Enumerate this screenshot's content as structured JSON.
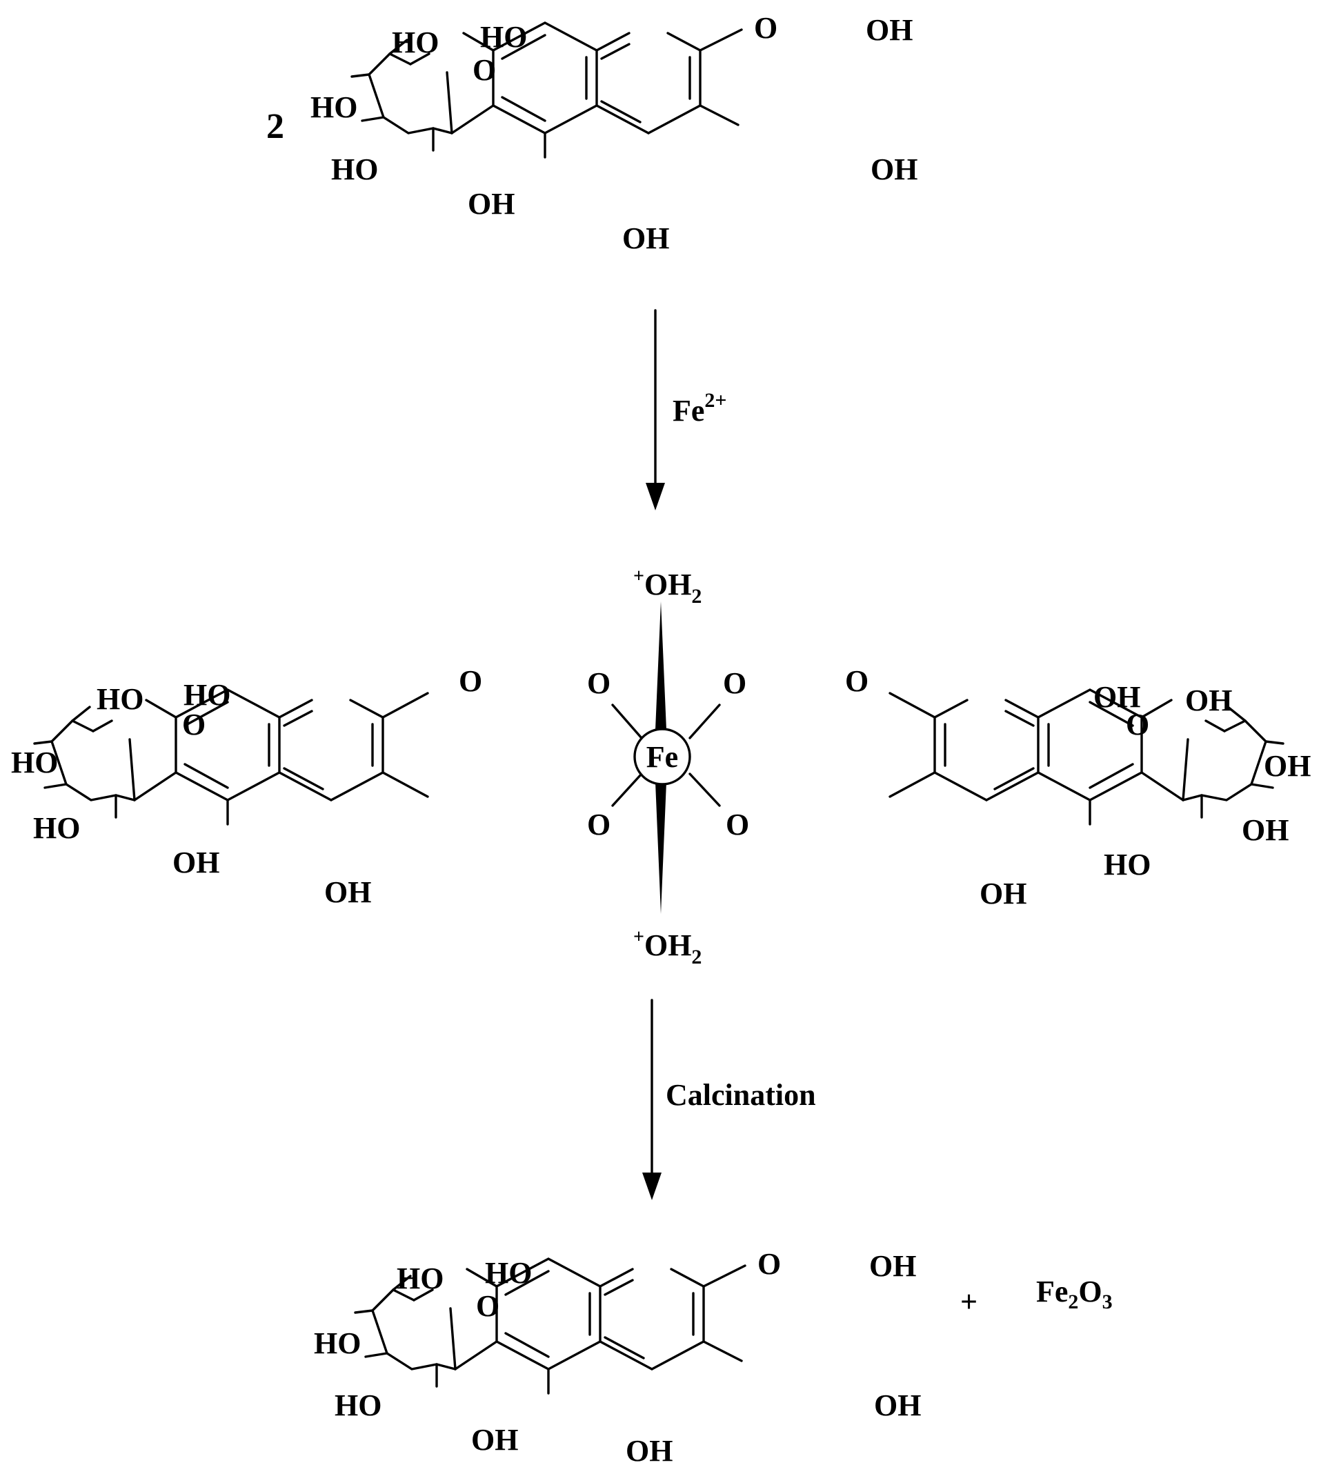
{
  "stoichiometry": "2",
  "atoms": {
    "hydroxyl_right": "OH",
    "hydroxyl_left": "HO",
    "ring_oxygen": "O",
    "iron": "Fe",
    "water_sup": "+",
    "water_main": "OH",
    "water_sub": "2"
  },
  "steps": [
    {
      "reagent_main": "Fe",
      "reagent_sup": "2+"
    },
    {
      "reagent_main": "Calcination"
    }
  ],
  "byproduct": {
    "plus": "+",
    "fe": "Fe",
    "sub1": "2",
    "o": "O",
    "sub2": "3"
  }
}
